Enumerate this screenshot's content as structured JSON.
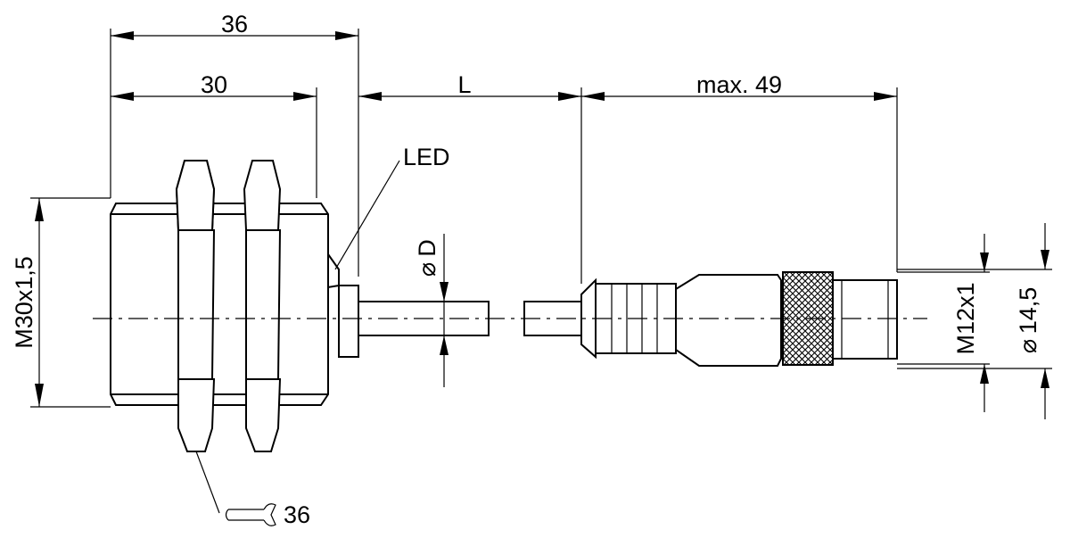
{
  "drawing": {
    "dimensions": {
      "overall_length": "36",
      "thread_length": "30",
      "cable_length": "L",
      "connector_length": "max. 49",
      "thread_size": "M30x1,5",
      "cable_diameter_symbol": "⌀",
      "cable_diameter": "D",
      "connector_thread": "M12x1",
      "connector_diameter_symbol": "⌀",
      "connector_diameter": "14,5",
      "wrench_size": "36"
    },
    "labels": {
      "led": "LED"
    }
  }
}
